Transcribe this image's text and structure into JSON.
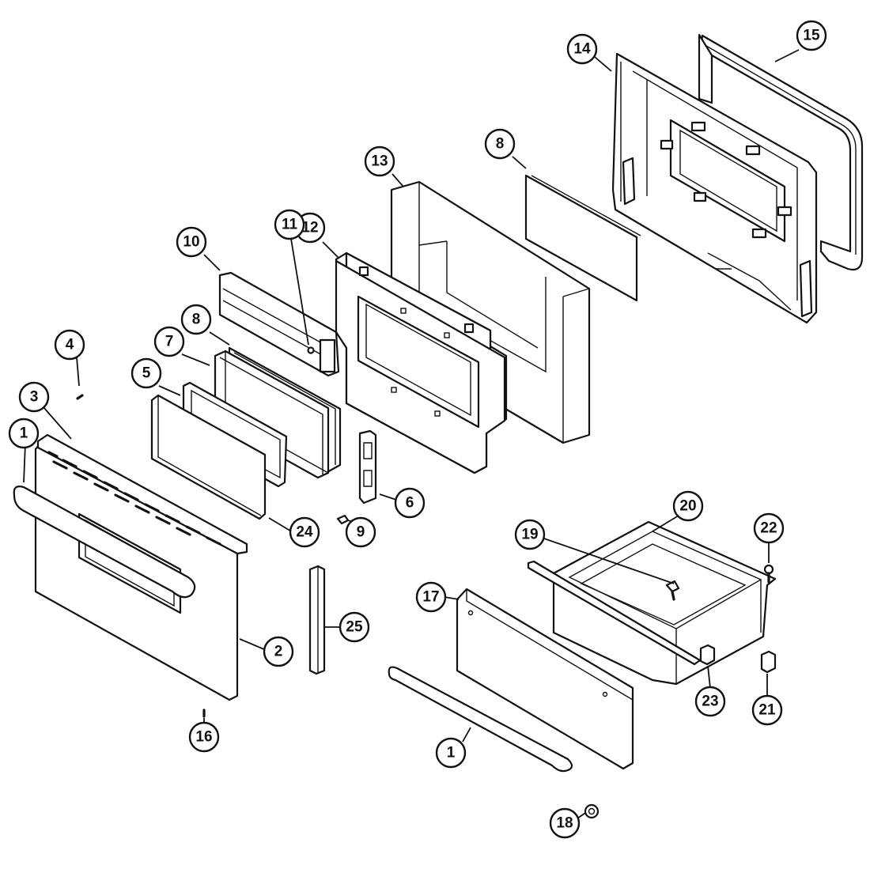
{
  "callouts": [
    {
      "id": "c15",
      "label": "15"
    },
    {
      "id": "c14",
      "label": "14"
    },
    {
      "id": "c8a",
      "label": "8"
    },
    {
      "id": "c13",
      "label": "13"
    },
    {
      "id": "c12",
      "label": "12"
    },
    {
      "id": "c10",
      "label": "10"
    },
    {
      "id": "c11",
      "label": "11"
    },
    {
      "id": "c8b",
      "label": "8"
    },
    {
      "id": "c7",
      "label": "7"
    },
    {
      "id": "c4",
      "label": "4"
    },
    {
      "id": "c5",
      "label": "5"
    },
    {
      "id": "c3",
      "label": "3"
    },
    {
      "id": "c1a",
      "label": "1"
    },
    {
      "id": "c6",
      "label": "6"
    },
    {
      "id": "c9",
      "label": "9"
    },
    {
      "id": "c24",
      "label": "24"
    },
    {
      "id": "c20",
      "label": "20"
    },
    {
      "id": "c19",
      "label": "19"
    },
    {
      "id": "c22",
      "label": "22"
    },
    {
      "id": "c17",
      "label": "17"
    },
    {
      "id": "c25",
      "label": "25"
    },
    {
      "id": "c2",
      "label": "2"
    },
    {
      "id": "c23",
      "label": "23"
    },
    {
      "id": "c21",
      "label": "21"
    },
    {
      "id": "c16",
      "label": "16"
    },
    {
      "id": "c1b",
      "label": "1"
    },
    {
      "id": "c18",
      "label": "18"
    }
  ]
}
